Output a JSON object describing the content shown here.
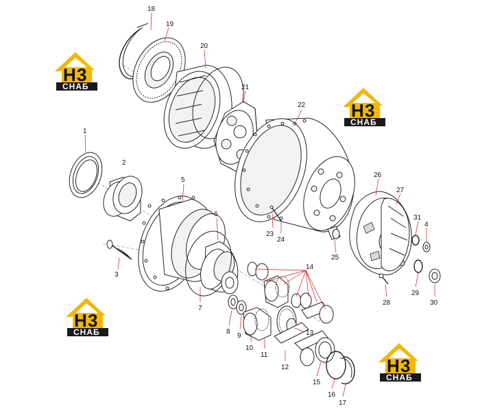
{
  "logos": [
    {
      "id": "logo-1",
      "top": "H",
      "mid": "3",
      "bottom": "СНАБ"
    },
    {
      "id": "logo-2",
      "top": "H",
      "mid": "3",
      "bottom": "СНАБ"
    },
    {
      "id": "logo-3",
      "top": "H",
      "mid": "3",
      "bottom": "СНАБ"
    },
    {
      "id": "logo-4",
      "top": "H",
      "mid": "3",
      "bottom": "СНАБ"
    }
  ],
  "labels": [
    "1",
    "2",
    "3",
    "4",
    "5",
    "6",
    "7",
    "8",
    "9",
    "10",
    "11",
    "12",
    "13",
    "14",
    "15",
    "16",
    "17",
    "18",
    "19",
    "20",
    "21",
    "22",
    "23",
    "24",
    "25",
    "26",
    "27",
    "28",
    "29",
    "30",
    "31"
  ],
  "colors": {
    "logo_yellow": "#f2b705",
    "logo_dark": "#1a1a1a",
    "leader": "#c41a1a",
    "axis": "#6a6ad0"
  }
}
